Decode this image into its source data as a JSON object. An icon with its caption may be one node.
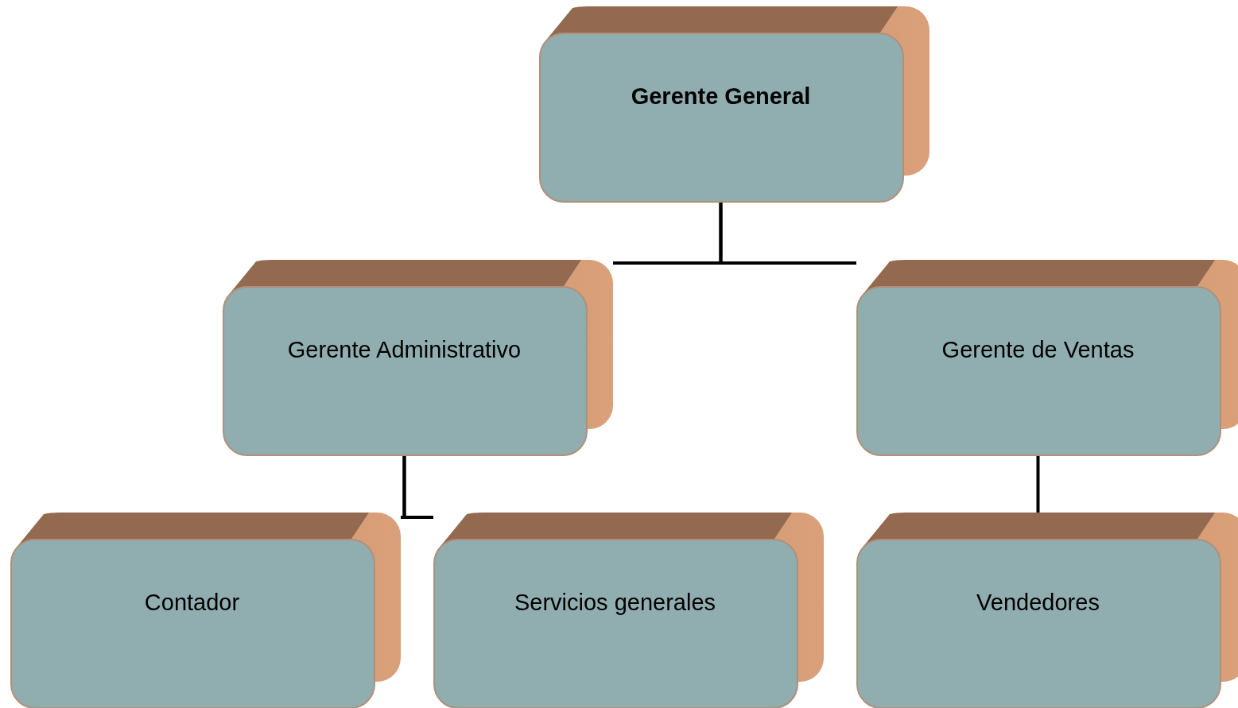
{
  "diagram": {
    "nodes": [
      {
        "text": [
          "Gerente General"
        ]
      },
      {
        "text": [
          "Gerente Administrativo"
        ]
      },
      {
        "text": [
          "Gerente de Ventas"
        ]
      },
      {
        "text": [
          "Contador"
        ]
      },
      {
        "text": [
          "Servicios generales"
        ]
      },
      {
        "text": [
          "Vendedores"
        ]
      }
    ],
    "edges": [
      {
        "from": 0,
        "to": 1,
        "arrow": "none"
      },
      {
        "from": 0,
        "to": 2,
        "arrow": "none"
      },
      {
        "from": 1,
        "to": 3,
        "arrow": "none"
      },
      {
        "from": 1,
        "to": 4,
        "arrow": "none"
      },
      {
        "from": 2,
        "to": 5,
        "arrow": "none"
      }
    ]
  }
}
